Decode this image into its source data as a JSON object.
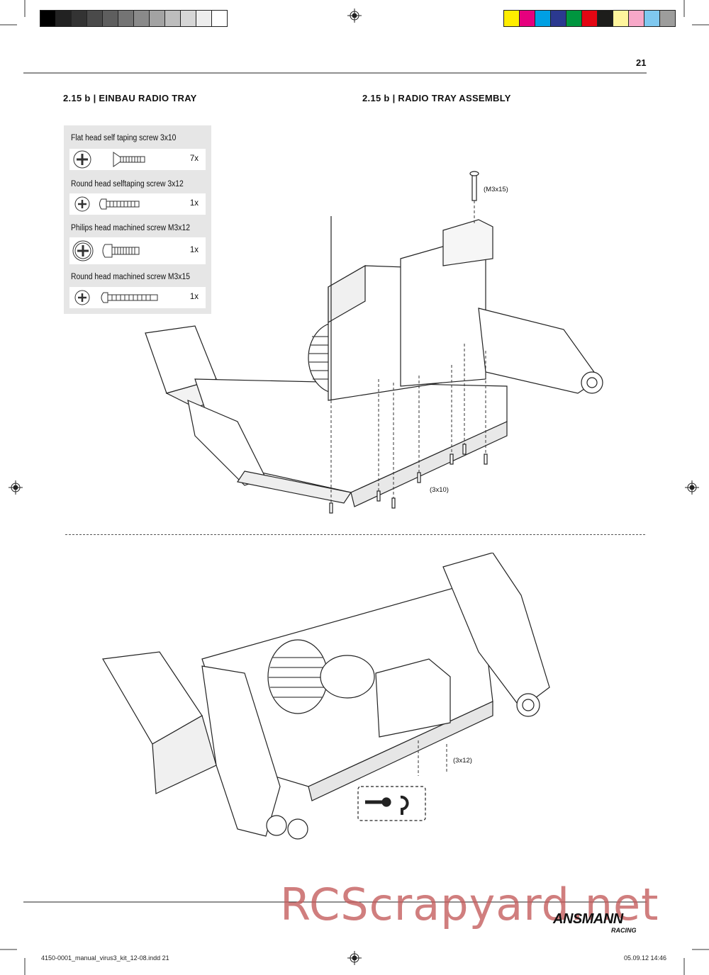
{
  "header": {
    "page_number": "21",
    "title_de": "2.15 b | EINBAU RADIO TRAY",
    "title_en": "2.15 b | RADIO TRAY ASSEMBLY"
  },
  "colors": {
    "gray_bar": [
      "#000000",
      "#222222",
      "#333333",
      "#4a4a4a",
      "#5e5e5e",
      "#747474",
      "#8a8a8a",
      "#a3a3a3",
      "#bdbdbd",
      "#d6d6d6",
      "#ededed",
      "#ffffff"
    ],
    "color_bar": [
      "#ffed00",
      "#e6007e",
      "#00a0e3",
      "#2b3990",
      "#00963f",
      "#e30613",
      "#1d1d1b",
      "#fff59d",
      "#f7a8c8",
      "#7fc8ef",
      "#9d9d9c"
    ],
    "watermark": "#c45a5a"
  },
  "parts": [
    {
      "name": "Flat head self taping screw   3x10",
      "qty": "7x"
    },
    {
      "name": "Round head selftaping screw   3x12",
      "qty": "1x"
    },
    {
      "name": "Philips head machined screw  M3x12",
      "qty": "1x"
    },
    {
      "name": "Round head machined screw    M3x15",
      "qty": "1x"
    }
  ],
  "callouts": {
    "m3x15": "(M3x15)",
    "x3x10": "(3x10)",
    "x3x12": "(3x12)"
  },
  "footer": {
    "brand": "ANSMANN",
    "brand_sub": "RACING",
    "file": "4150-0001_manual_virus3_kit_12-08.indd   21",
    "date": "05.09.12   14:46",
    "watermark": "RCScrapyard.net"
  }
}
